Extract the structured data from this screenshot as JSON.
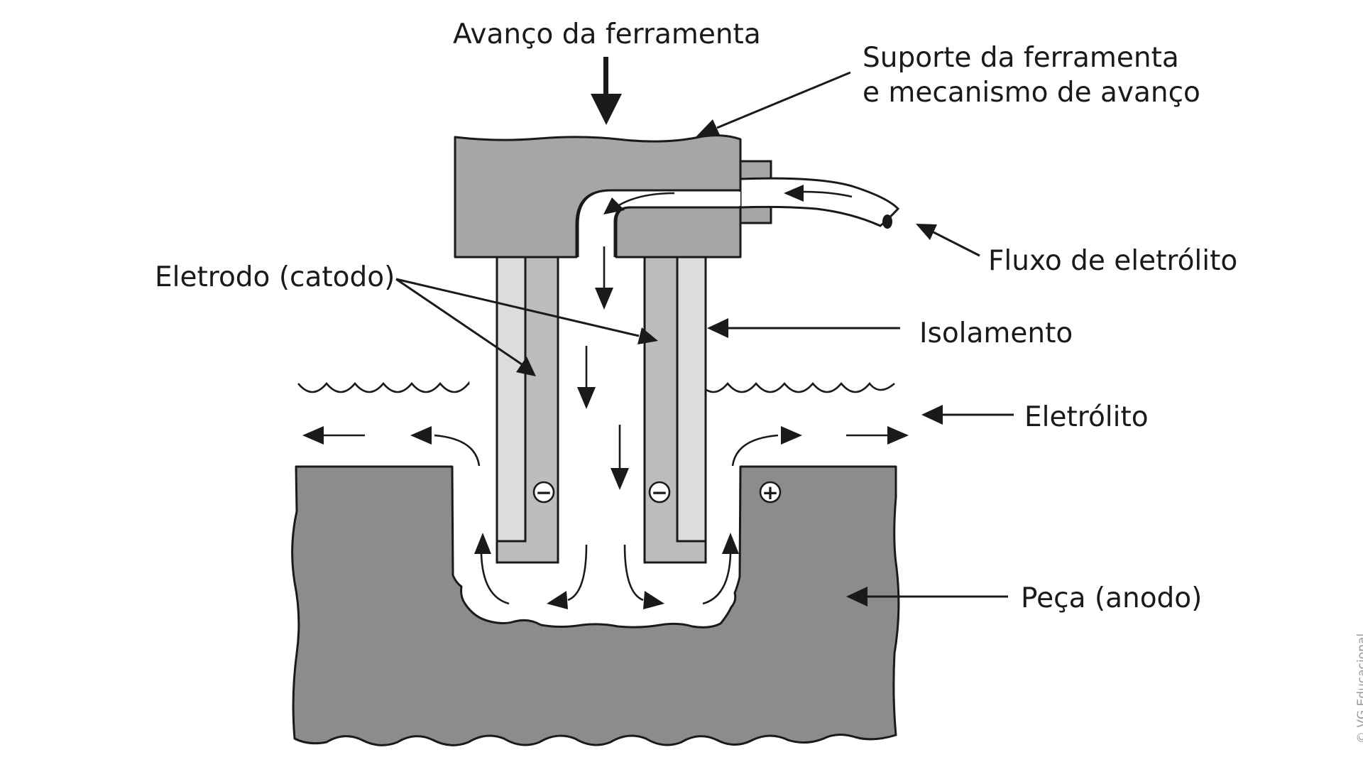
{
  "labels": {
    "tool_feed": "Avanço da ferramenta",
    "tool_holder_line1": "Suporte da ferramenta",
    "tool_holder_line2": "e mecanismo de avanço",
    "electrolyte_flow": "Fluxo de eletrólito",
    "electrode": "Eletrodo (catodo)",
    "insulation": "Isolamento",
    "electrolyte": "Eletrólito",
    "workpiece": "Peça (anodo)"
  },
  "signs": {
    "cathode_left": "−",
    "cathode_right": "−",
    "anode": "+"
  },
  "copyright": "© VG Educacional",
  "colors": {
    "holder": "#a6a6a6",
    "electrode": "#bdbdbd",
    "insulation": "#dcdcdc",
    "workpiece": "#8c8c8c",
    "ink": "#1a1a1a"
  }
}
